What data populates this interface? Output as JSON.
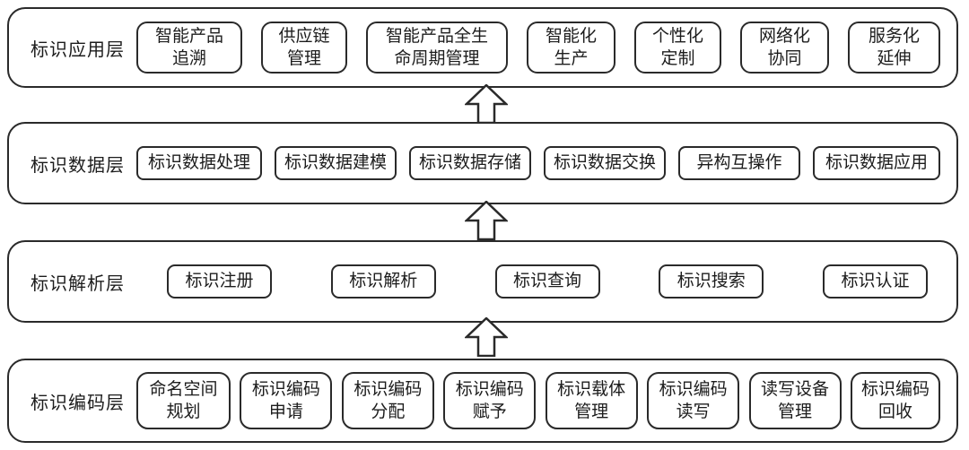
{
  "colors": {
    "line": "#2a2a2a",
    "background": "#ffffff",
    "text": "#1c1c1c"
  },
  "diagram": {
    "type": "layered-architecture",
    "direction": "bottom-to-top",
    "arrow_glyph": "hollow-up-block-arrow"
  },
  "layers": [
    {
      "id": "application",
      "label": "标识应用层",
      "boxes": [
        "智能产品\n追溯",
        "供应链\n管理",
        "智能产品全生\n命周期管理",
        "智能化\n生产",
        "个性化\n定制",
        "网络化\n协同",
        "服务化\n延伸"
      ]
    },
    {
      "id": "data",
      "label": "标识数据层",
      "boxes": [
        "标识数据处理",
        "标识数据建模",
        "标识数据存储",
        "标识数据交换",
        "异构互操作",
        "标识数据应用"
      ]
    },
    {
      "id": "resolution",
      "label": "标识解析层",
      "boxes": [
        "标识注册",
        "标识解析",
        "标识查询",
        "标识搜索",
        "标识认证"
      ]
    },
    {
      "id": "encoding",
      "label": "标识编码层",
      "boxes": [
        "命名空间\n规划",
        "标识编码\n申请",
        "标识编码\n分配",
        "标识编码\n赋予",
        "标识载体\n管理",
        "标识编码\n读写",
        "读写设备\n管理",
        "标识编码\n回收"
      ]
    }
  ]
}
